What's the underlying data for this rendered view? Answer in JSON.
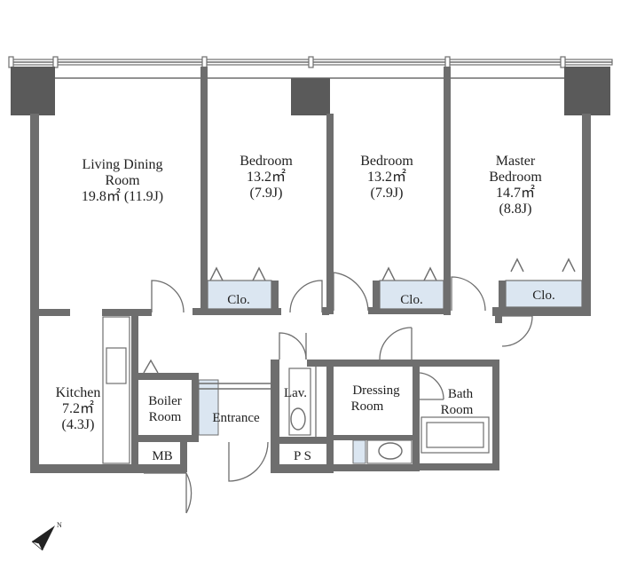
{
  "rooms": {
    "living": {
      "line1": "Living Dining",
      "line2": "Room",
      "line3": "19.8㎡ (11.9J)"
    },
    "bedroom1": {
      "line1": "Bedroom",
      "line2": "13.2㎡",
      "line3": "(7.9J)"
    },
    "bedroom2": {
      "line1": "Bedroom",
      "line2": "13.2㎡",
      "line3": "(7.9J)"
    },
    "master": {
      "line1": "Master",
      "line2": "Bedroom",
      "line3": "14.7㎡",
      "line4": "(8.8J)"
    },
    "kitchen": {
      "line1": "Kitchen",
      "line2": "7.2㎡",
      "line3": "(4.3J)"
    },
    "boiler": {
      "line1": "Boiler",
      "line2": "Room"
    },
    "entrance": {
      "label": "Entrance"
    },
    "lav": {
      "label": "Lav."
    },
    "dressing": {
      "line1": "Dressing",
      "line2": "Room"
    },
    "bath": {
      "line1": "Bath",
      "line2": "Room"
    },
    "mb": {
      "label": "MB"
    },
    "ps": {
      "label": "P S"
    }
  },
  "closets": {
    "c1": "Clo.",
    "c2": "Clo.",
    "c3": "Clo."
  },
  "compass": {
    "icon": "north-arrow-icon",
    "letter": "N"
  }
}
